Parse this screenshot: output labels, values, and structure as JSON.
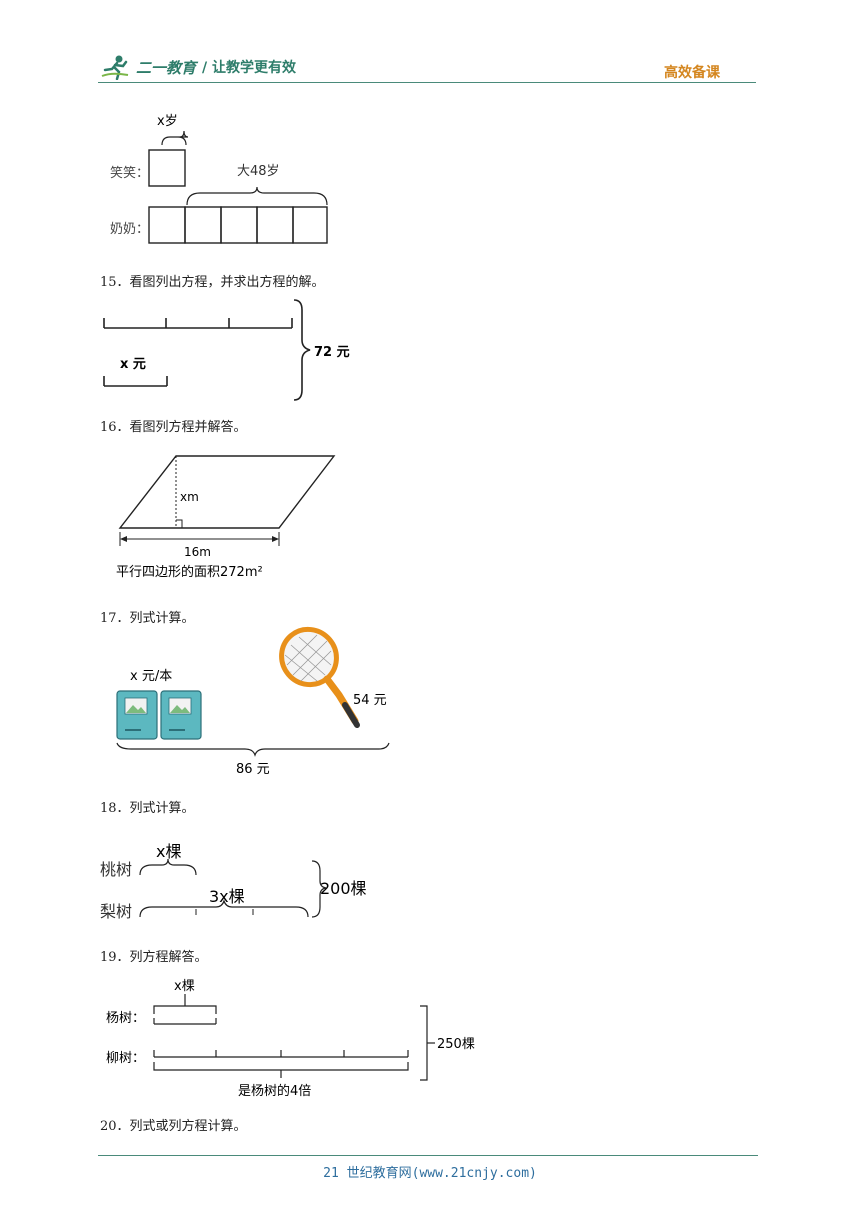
{
  "header": {
    "brand_name": "二一教育",
    "slogan": "/ 让教学更有效",
    "right_tag": "高效备课"
  },
  "footer": {
    "text": "21 世纪教育网(www.21cnjy.com)"
  },
  "fig14": {
    "top_label": "x岁",
    "diff_label": "大48岁",
    "row1": "笑笑：",
    "row2": "奶奶："
  },
  "q15": {
    "text": "15．看图列出方程，并求出方程的解。",
    "part_label": "x 元",
    "total_label": "72 元"
  },
  "q16": {
    "text": "16．看图列方程并解答。",
    "height_label": "xm",
    "base_label": "16m",
    "caption": "平行四边形的面积272m²"
  },
  "q17": {
    "text": "17．列式计算。",
    "price_label": "x 元/本",
    "racket_label": "54 元",
    "total_label": "86 元"
  },
  "q18": {
    "text": "18．列式计算。",
    "row1": "桃树",
    "row2": "梨树",
    "part1": "x棵",
    "part2": "3x棵",
    "total": "200棵"
  },
  "q19": {
    "text": "19．列方程解答。",
    "row1": "杨树：",
    "row2": "柳树：",
    "part1": "x棵",
    "total": "250棵",
    "relation": "是杨树的4倍"
  },
  "q20": {
    "text": "20．列式或列方程计算。"
  }
}
